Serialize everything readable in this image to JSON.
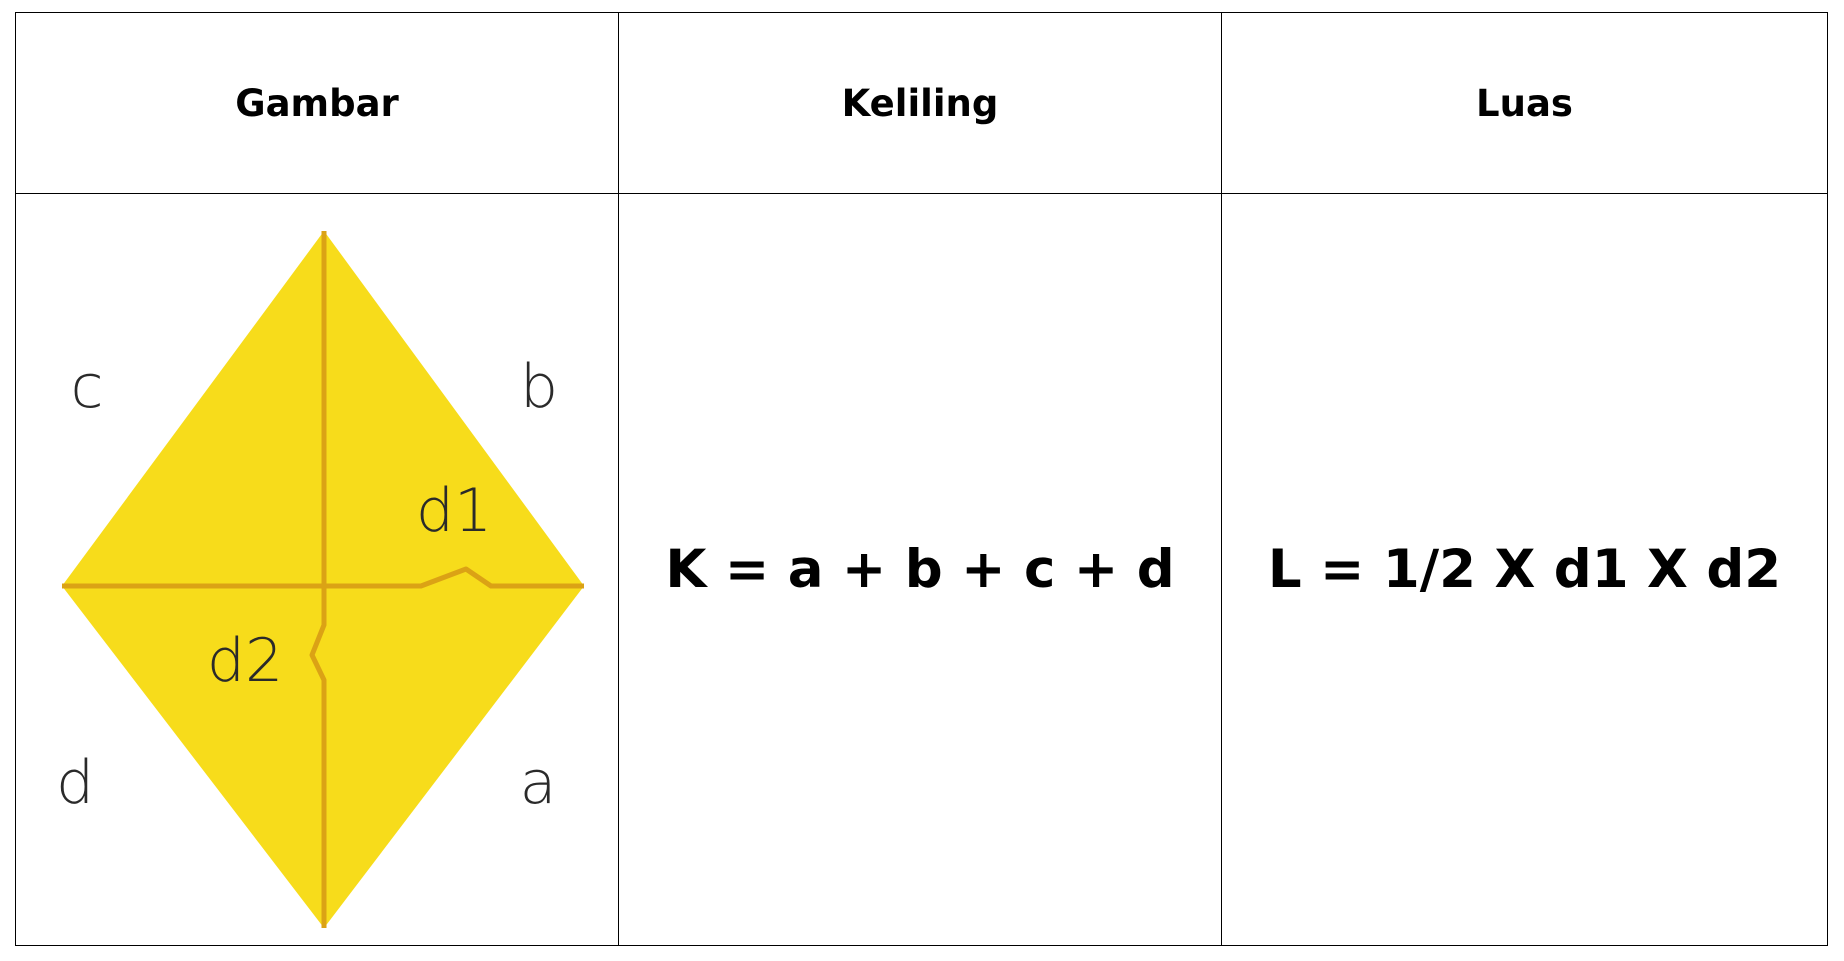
{
  "table": {
    "headers": {
      "figure": "Gambar",
      "perimeter": "Keliling",
      "area": "Luas"
    },
    "row": {
      "perimeter_formula": "K = a + b + c + d",
      "area_formula": "L = 1/2 X d1 X d2"
    }
  },
  "figure": {
    "shape": "kite",
    "side_labels": {
      "top_left": "c",
      "top_right": "b",
      "bottom_left": "d",
      "bottom_right": "a"
    },
    "diagonal_labels": {
      "horizontal": "d1",
      "vertical": "d2"
    },
    "colors": {
      "fill": "#f7dc1b",
      "diagonal_line": "#dba215",
      "label_text": "#2a2a2a",
      "border": "#000000"
    }
  }
}
